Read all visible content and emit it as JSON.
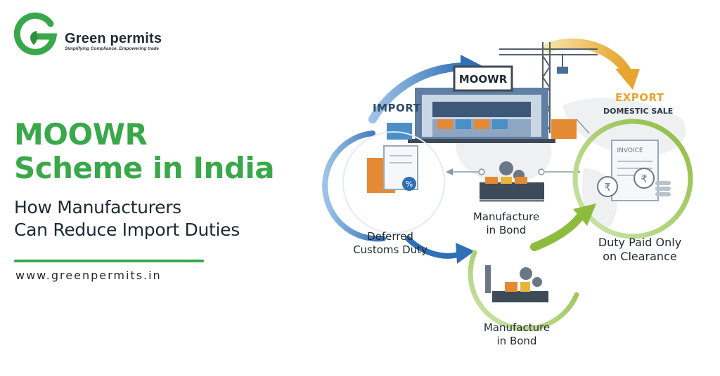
{
  "brand": {
    "name": "Green permits",
    "tagline": "Simplifying Compliance, Empowering trade"
  },
  "hero": {
    "title_line1": "MOOWR",
    "title_line2": "Scheme in India",
    "subtitle_line1": "How Manufacturers",
    "subtitle_line2": "Can Reduce Import Duties",
    "website": "www.greenpermits.in"
  },
  "diagram": {
    "warehouse_sign": "MOOWR",
    "import_label": "IMPORT",
    "export_label": "EXPORT",
    "domestic_sale_label": "DOMESTIC SALE",
    "invoice_label": "INVOICE",
    "deferred_line1": "Deferred",
    "deferred_line2": "Customs Duty",
    "bond_center_line1": "Manufacture",
    "bond_center_line2": "in Bond",
    "bond_bottom_line1": "Manufacture",
    "bond_bottom_line2": "in Bond",
    "clearance_line1": "Duty Paid Only",
    "clearance_line2": "on Clearance"
  },
  "colors": {
    "brand_green": "#3aa84a",
    "arrow_blue": "#2f6fb5",
    "arrow_gold": "#e7b43a",
    "text_dark": "#1f2933"
  }
}
